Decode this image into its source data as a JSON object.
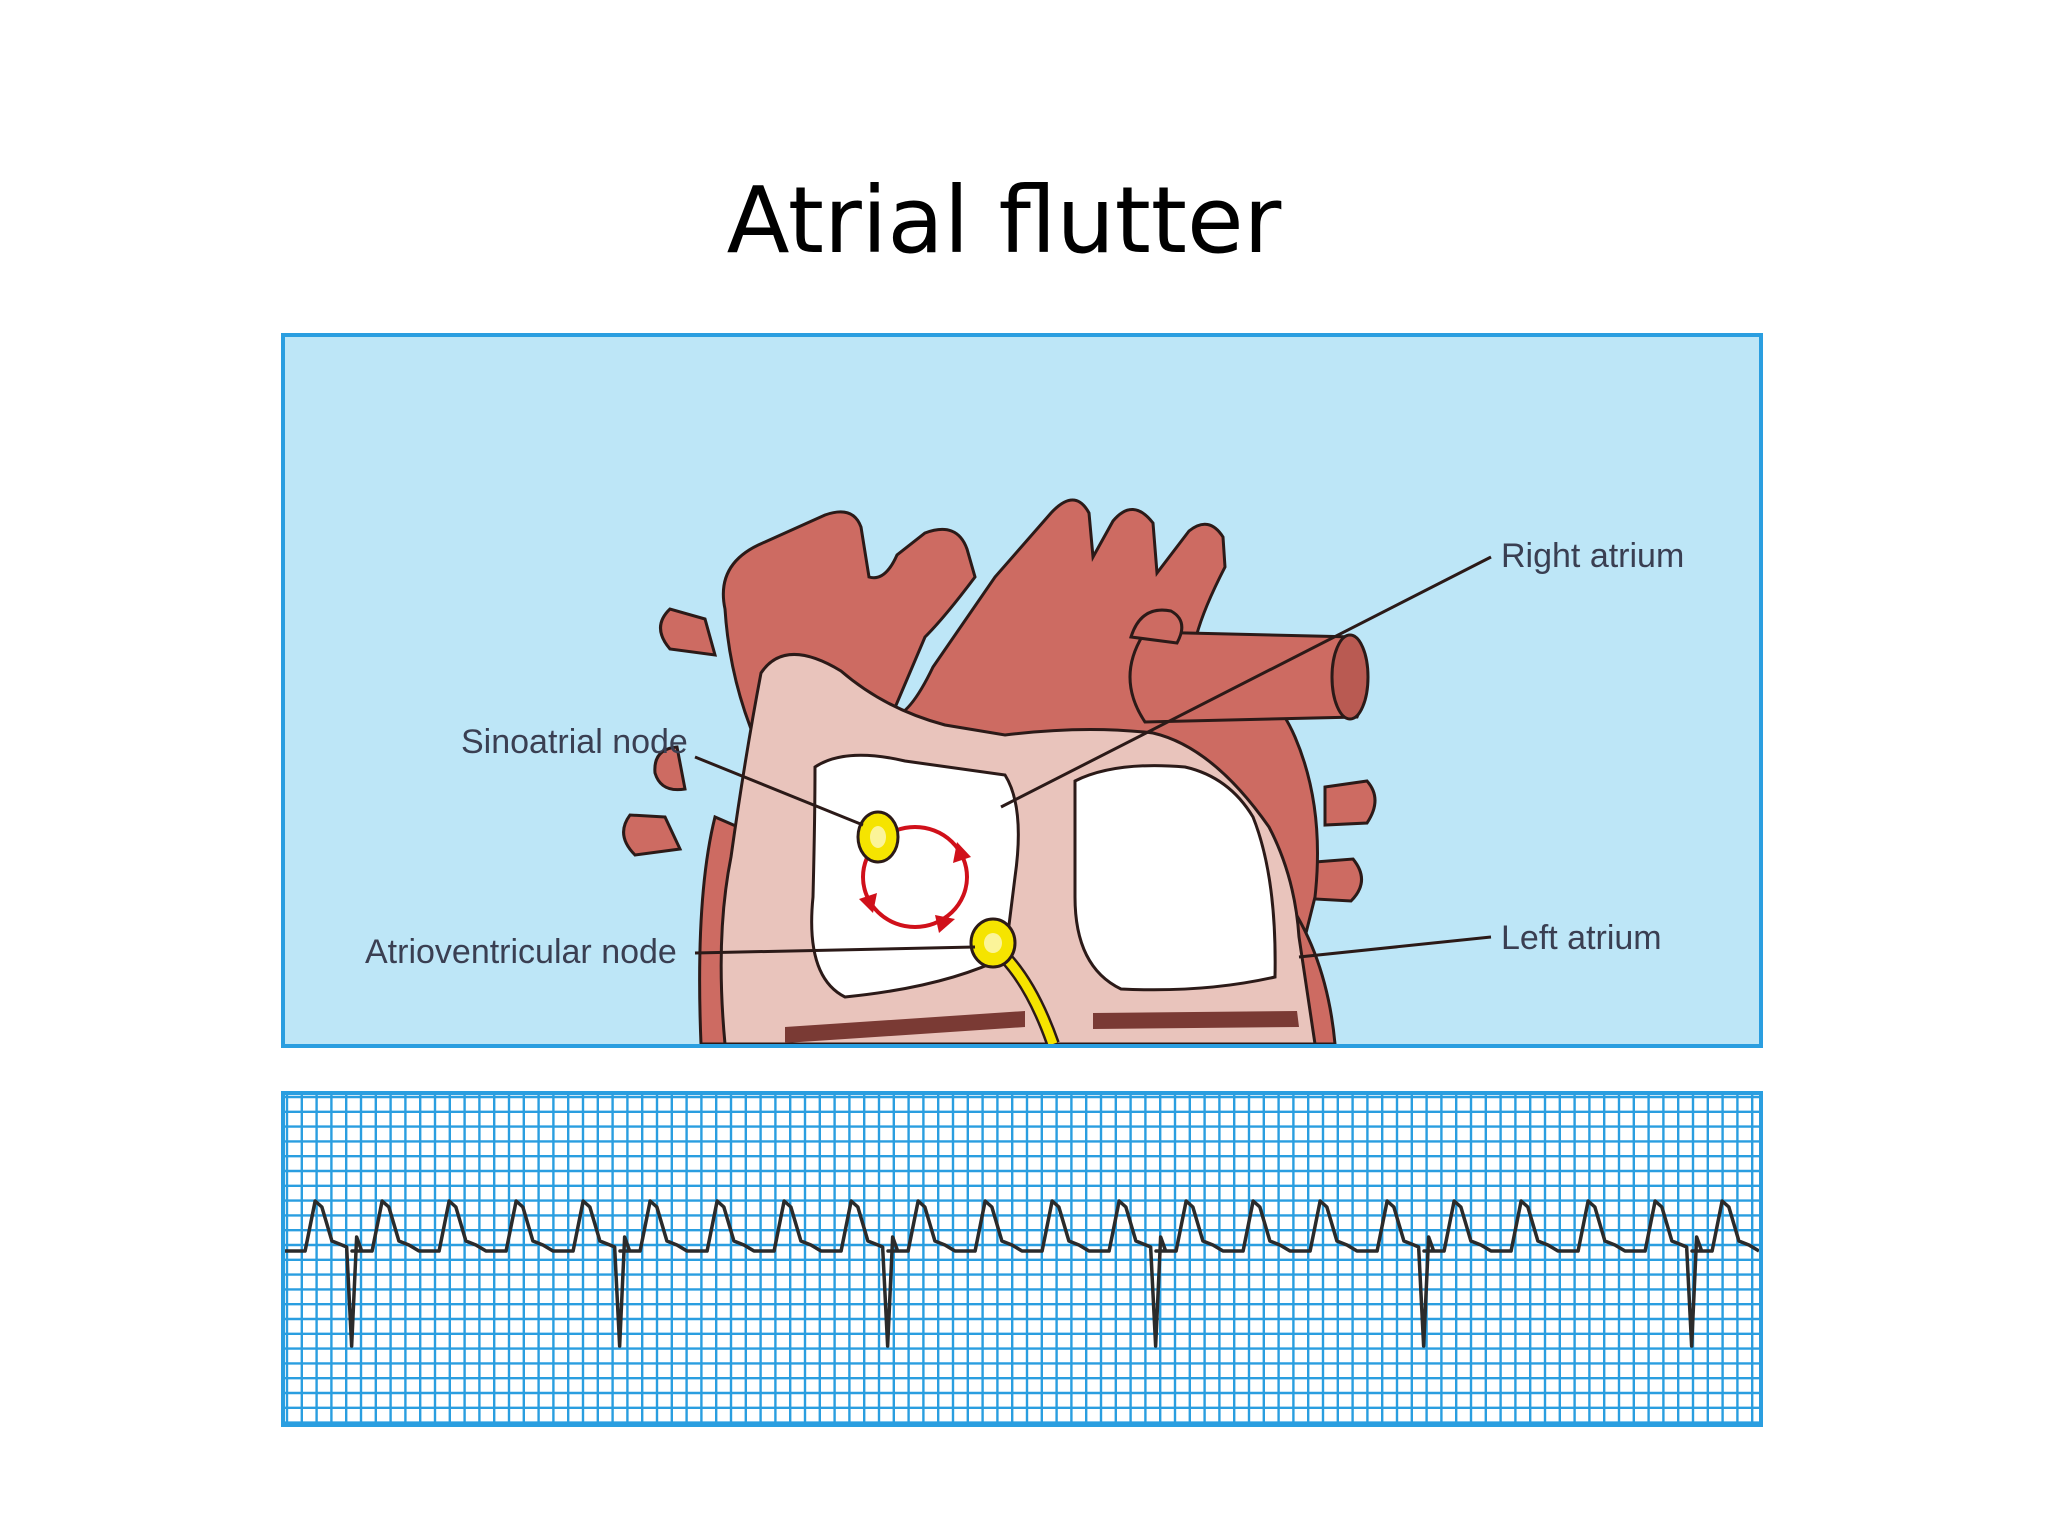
{
  "slide": {
    "title": "Atrial flutter"
  },
  "diagram": {
    "labels": {
      "sinoatrial_node": "Sinoatrial node",
      "atrioventricular_node": "Atrioventricular node",
      "right_atrium": "Right atrium",
      "left_atrium": "Left atrium"
    },
    "colors": {
      "background": "#bde6f7",
      "border": "#2a9ee0",
      "heart_vessels": "#cd6b62",
      "atrial_wall": "#e9c4bc",
      "node": "#f5e400",
      "flutter_circuit": "#d0101a"
    }
  },
  "ecg_strip": {
    "colors": {
      "grid": "#2a9ee0",
      "trace": "#2b2b2b"
    },
    "qrs_complexes": 5,
    "flutter_waves_per_qrs": 4
  }
}
